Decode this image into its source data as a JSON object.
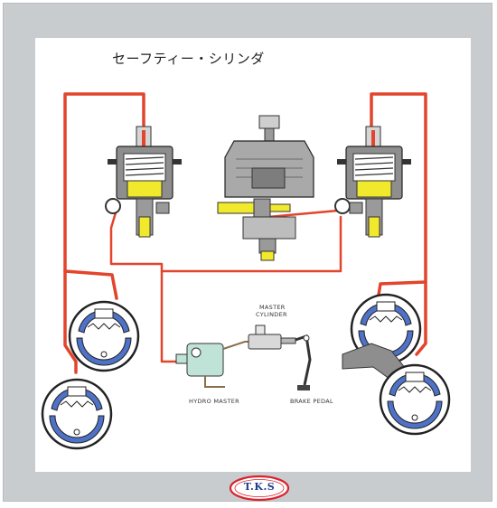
{
  "title": "セーフティー・シリンダ",
  "labels": {
    "master_cylinder_line1": "MASTER",
    "master_cylinder_line2": "CYLINDER",
    "hydro_master": "HYDRO MASTER",
    "brake_pedal": "BRAKE PEDAL"
  },
  "logo": {
    "text": "T.K.S"
  },
  "colors": {
    "fluid_line": "#e2442c",
    "brake_shoe": "#4f72c9",
    "piston": "#f1ea2c",
    "hydro_master_body": "#bfe3d6",
    "frame": "#c9cccf",
    "logo_ring": "#d9232d",
    "logo_text": "#1d3c8c"
  }
}
